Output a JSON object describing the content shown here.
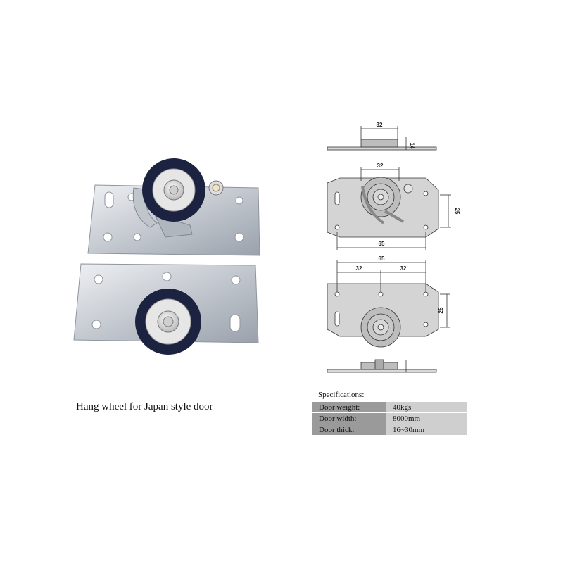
{
  "caption": "Hang wheel for Japan  style door",
  "dimensions": {
    "top_width": "32",
    "top_thick": "14",
    "mid_wheel": "32",
    "mid_height": "25",
    "mid_width": "65",
    "bot_width": "65",
    "bot_left": "32",
    "bot_right": "32",
    "bot_height": "25"
  },
  "specifications": {
    "title": "Specifications:",
    "rows": [
      {
        "label": "Door weight:",
        "value": "40kgs"
      },
      {
        "label": "Door width:",
        "value": "8000mm"
      },
      {
        "label": "Door thick:",
        "value": "16~30mm"
      }
    ]
  },
  "colors": {
    "plate": "#c9cdd3",
    "wheel_rim": "#1c2340",
    "wheel_hub": "#e8e8e8",
    "drawing_fill": "#cfcfcf",
    "spec_label_bg": "#9a9a9a",
    "spec_value_bg": "#cfcfcf"
  }
}
